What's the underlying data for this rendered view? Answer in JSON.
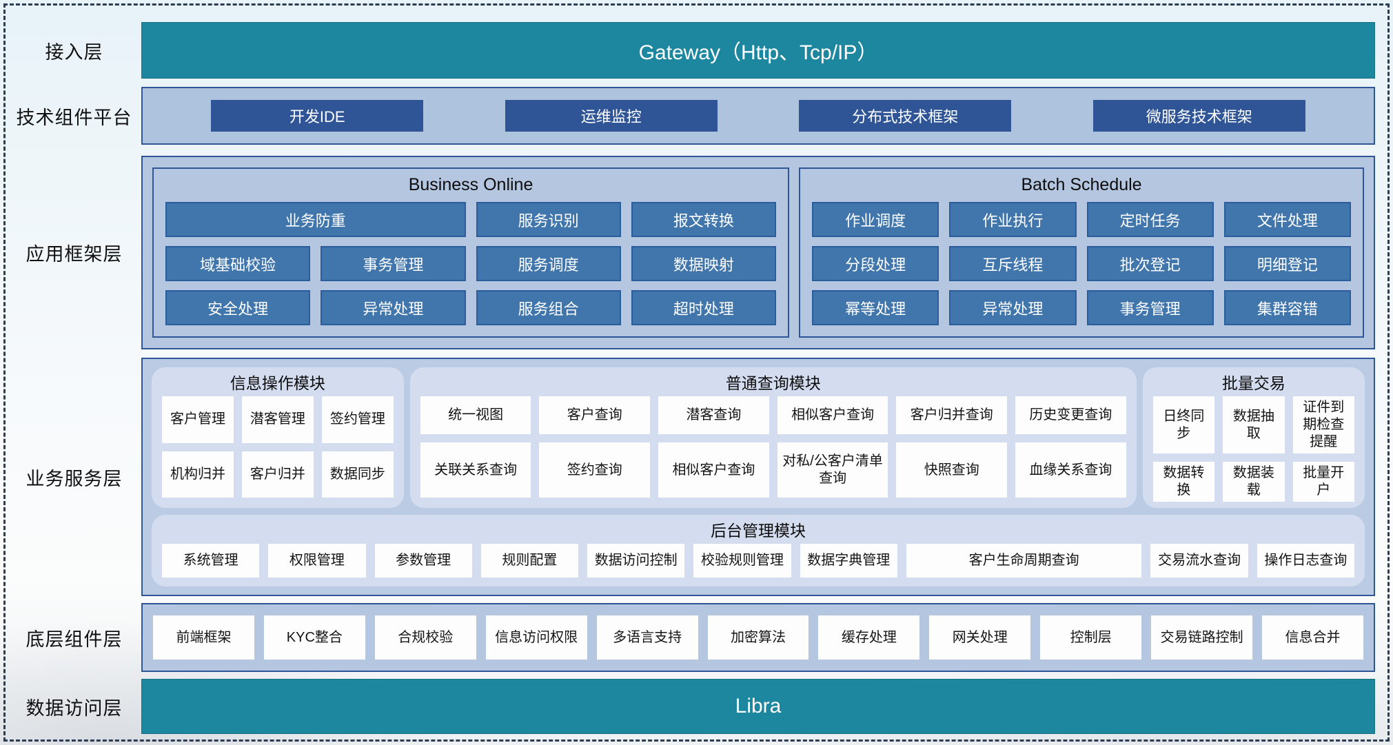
{
  "layer_labels": {
    "access": "接入层",
    "tech": "技术组件平台",
    "framework": "应用框架层",
    "business": "业务服务层",
    "components": "底层组件层",
    "data": "数据访问层"
  },
  "access": {
    "title": "Gateway（Http、Tcp/IP）"
  },
  "tech": {
    "items": [
      "开发IDE",
      "运维监控",
      "分布式技术框架",
      "微服务技术框架"
    ]
  },
  "framework": {
    "business_online": {
      "title": "Business Online",
      "row1": [
        "业务防重",
        "服务识别",
        "报文转换"
      ],
      "row2": [
        "域基础校验",
        "事务管理",
        "服务调度",
        "数据映射"
      ],
      "row3": [
        "安全处理",
        "异常处理",
        "服务组合",
        "超时处理"
      ]
    },
    "batch_schedule": {
      "title": "Batch Schedule",
      "row1": [
        "作业调度",
        "作业执行",
        "定时任务",
        "文件处理"
      ],
      "row2": [
        "分段处理",
        "互斥线程",
        "批次登记",
        "明细登记"
      ],
      "row3": [
        "幂等处理",
        "异常处理",
        "事务管理",
        "集群容错"
      ]
    }
  },
  "business": {
    "info_module": {
      "title": "信息操作模块",
      "items": [
        "客户管理",
        "潜客管理",
        "签约管理",
        "机构归并",
        "客户归并",
        "数据同步"
      ]
    },
    "query_module": {
      "title": "普通查询模块",
      "items": [
        "统一视图",
        "客户查询",
        "潜客查询",
        "相似客户查询",
        "客户归并查询",
        "历史变更查询",
        "关联关系查询",
        "签约查询",
        "相似客户查询",
        "对私/公客户清单查询",
        "快照查询",
        "血缘关系查询"
      ]
    },
    "batch_module": {
      "title": "批量交易",
      "items": [
        "日终同步",
        "数据抽取",
        "证件到期检查提醒",
        "数据转换",
        "数据装载",
        "批量开户"
      ]
    },
    "admin_module": {
      "title": "后台管理模块",
      "items": [
        "系统管理",
        "权限管理",
        "参数管理",
        "规则配置",
        "数据访问控制",
        "校验规则管理",
        "数据字典管理",
        "客户生命周期查询",
        "交易流水查询",
        "操作日志查询"
      ]
    }
  },
  "components": {
    "items": [
      "前端框架",
      "KYC整合",
      "合规校验",
      "信息访问权限",
      "多语言支持",
      "加密算法",
      "缓存处理",
      "网关处理",
      "控制层",
      "交易链路控制",
      "信息合并"
    ]
  },
  "data_access": {
    "title": "Libra"
  },
  "colors": {
    "teal_bar": "#1d87a0",
    "navy_button": "#2f5597",
    "steel_button": "#4076ac",
    "container_fill": "#b5c7e0",
    "group_fill": "#d4ddf0",
    "border_navy": "#2e5596",
    "dashed_frame": "#2b3b52"
  }
}
